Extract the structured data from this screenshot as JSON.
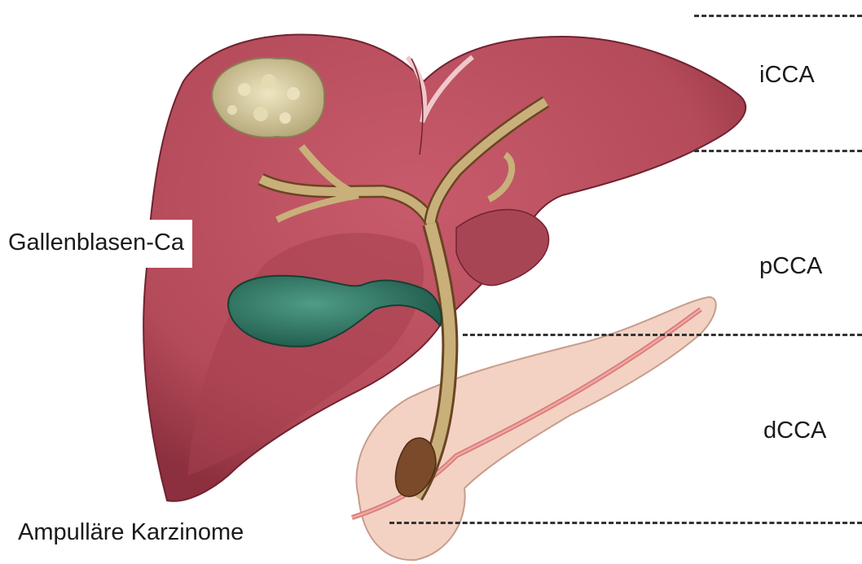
{
  "labels": {
    "gallbladder_ca": "Gallenblasen-Ca",
    "icca": "iCCA",
    "pcca": "pCCA",
    "dcca": "dCCA",
    "ampullary": "Ampulläre Karzinome"
  },
  "colors": {
    "liver": "#b44b5a",
    "liver_dark": "#8c2f3e",
    "gallbladder": "#2f7a66",
    "pancreas": "#f3d2c3",
    "bile_duct": "#c9b07a",
    "tumor": "#d8cfa4",
    "divider": "#333333"
  }
}
